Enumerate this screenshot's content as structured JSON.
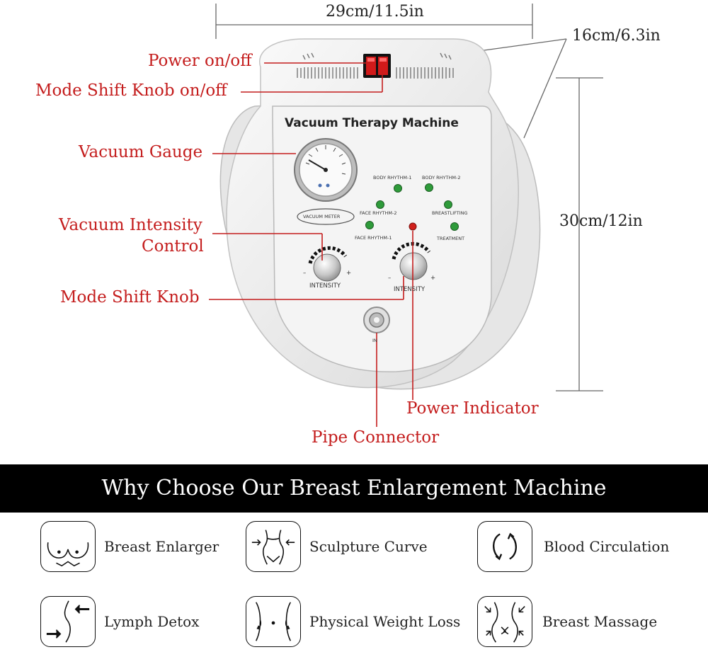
{
  "dimensions": {
    "width_label": "29cm/11.5in",
    "depth_label": "16cm/6.3in",
    "height_label": "30cm/12in"
  },
  "machine": {
    "title": "Vacuum Therapy Machine",
    "meter_label": "VACUUM METER",
    "intensity_left": "INTENSITY",
    "intensity_right": "INTENSITY",
    "inlet_label": "IN",
    "modes": {
      "body_rhythm_1": "BODY RHYTHM-1",
      "body_rhythm_2": "BODY RHYTHM-2",
      "face_rhythm_2": "FACE RHYTHM-2",
      "breastlifting": "BREASTLIFTING",
      "face_rhythm_1": "FACE RHYTHM-1",
      "treatment": "TREATMENT"
    },
    "minus": "–",
    "plus": "+"
  },
  "callouts": {
    "power": "Power on/off",
    "mode_shift_switch": "Mode Shift Knob on/off",
    "vacuum_gauge": "Vacuum Gauge",
    "intensity_line1": "Vacuum Intensity",
    "intensity_line2": "Control",
    "mode_shift_knob": "Mode Shift Knob",
    "power_indicator": "Power Indicator",
    "pipe_connector": "Pipe Connector"
  },
  "colors": {
    "callout_red": "#c41d1d",
    "indicator_green": "#2e9b3a",
    "indicator_red": "#d0201c",
    "banner_black": "#000000"
  },
  "banner": {
    "title": "Why Choose Our Breast Enlargement Machine"
  },
  "features": [
    {
      "icon": "breast-icon",
      "label": "Breast Enlarger"
    },
    {
      "icon": "waist-curve-icon",
      "label": "Sculpture Curve"
    },
    {
      "icon": "circulation-arrows-icon",
      "label": "Blood Circulation"
    },
    {
      "icon": "lymph-arrows-icon",
      "label": "Lymph Detox"
    },
    {
      "icon": "body-contour-icon",
      "label": "Physical Weight Loss"
    },
    {
      "icon": "massage-arrows-icon",
      "label": "Breast Massage"
    }
  ]
}
